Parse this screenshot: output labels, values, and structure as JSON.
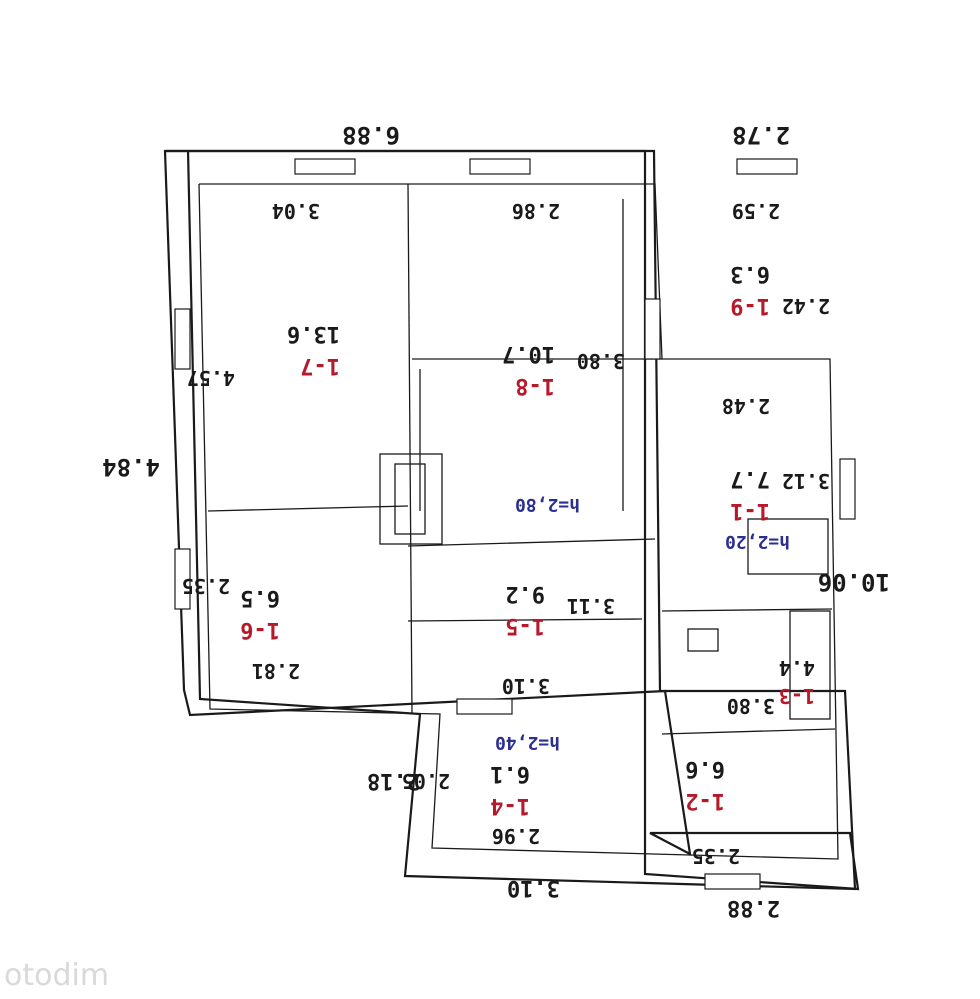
{
  "watermark": "otodim",
  "colors": {
    "ink": "#1a1a1a",
    "room_id": "#b5192a",
    "height_note": "#2b2f8f"
  },
  "outer_dimensions": {
    "top_left": "6.88",
    "top_right": "2.78",
    "left": "4.84",
    "right": "10.06",
    "bottom_left_ext": "2.18",
    "bottom_ext": "3.10",
    "bottom_right": "2.88"
  },
  "rooms": [
    {
      "id": "1-7",
      "area": "13.6",
      "dims": [
        "3.04",
        "4.57"
      ]
    },
    {
      "id": "1-8",
      "area": "10.7",
      "dims": [
        "2.86",
        "3.80"
      ]
    },
    {
      "id": "1-9",
      "area": "6.3",
      "dims": [
        "2.59",
        "2.42"
      ]
    },
    {
      "id": "1-1",
      "area": "7.7",
      "dims": [
        "2.48",
        "3.12"
      ]
    },
    {
      "id": "1-6",
      "area": "6.5",
      "dims": [
        "2.35",
        "2.81"
      ]
    },
    {
      "id": "1-5",
      "area": "9.2",
      "dims": [
        "3.11",
        "3.10"
      ]
    },
    {
      "id": "1-3",
      "area": "4.4",
      "dims": [
        "3.80"
      ]
    },
    {
      "id": "1-4",
      "area": "6.1",
      "dims": [
        "2.05",
        "2.96"
      ]
    },
    {
      "id": "1-2",
      "area": "6.6",
      "dims": [
        "2.35"
      ]
    }
  ],
  "height_notes": [
    "h=2,80",
    "h=2,20",
    "h=2,40"
  ]
}
